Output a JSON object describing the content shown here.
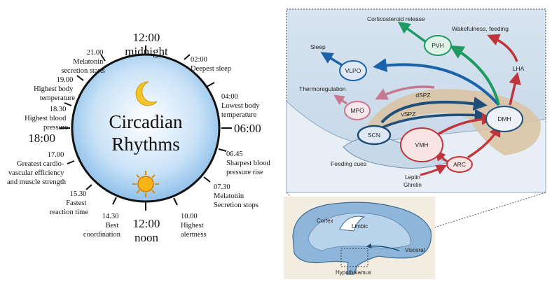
{
  "clock": {
    "center_title": [
      "Circadian",
      "Rhythms"
    ],
    "top_time": "12:00",
    "top_sub": "midnight",
    "bottom_time": "12:00",
    "bottom_sub": "noon",
    "left_time": "18:00",
    "right_time": "06:00",
    "events": [
      {
        "lines": [
          "21.00",
          "Melatonin",
          "secretion starts"
        ]
      },
      {
        "lines": [
          "02:00",
          "Deepest sleep"
        ]
      },
      {
        "lines": [
          "19.00",
          "Highest body",
          "temperature"
        ]
      },
      {
        "lines": [
          "04:00",
          "Lowest body",
          "temperature"
        ]
      },
      {
        "lines": [
          "18.30",
          "Highest blood",
          "pressure"
        ]
      },
      {
        "lines": [
          "06.45",
          "Sharpest blood",
          "pressure rise"
        ]
      },
      {
        "lines": [
          "17.00",
          "Greatest cardio-",
          "vascular efficiency",
          "and muscle strength"
        ]
      },
      {
        "lines": [
          "07.30",
          "Melatonin",
          "Secretion stops"
        ]
      },
      {
        "lines": [
          "15.30",
          "Fastest",
          "reaction time"
        ]
      },
      {
        "lines": [
          "10.00",
          "Highest",
          "alertness"
        ]
      },
      {
        "lines": [
          "14.30",
          "Best",
          "coordination"
        ]
      }
    ]
  },
  "hypothalamus": {
    "nuclei": [
      "VLPO",
      "PVH",
      "LHA",
      "MPO",
      "dSPZ",
      "vSPZ",
      "SCN",
      "VMH",
      "ARC",
      "DMH"
    ],
    "outputs": {
      "sleep": "Sleep",
      "corticosteroid": "Corticosteroid release",
      "wakefulness": "Wakefulness, feeding",
      "thermoregulation": "Thermoregulation",
      "feeding_cues": "Feeding cues",
      "leptin": "Leptin",
      "ghrelin": "Ghrelin"
    },
    "colors": {
      "blue": "#1a63a8",
      "green": "#1e9a62",
      "red": "#c0353c",
      "pink": "#c7778f",
      "dark_blue": "#1f4e79"
    }
  },
  "brain": {
    "labels": {
      "cortex": "Cortex",
      "limbic": "Limbic",
      "visceral": "Visceral",
      "hypothalamus": "Hypothalamus"
    }
  }
}
